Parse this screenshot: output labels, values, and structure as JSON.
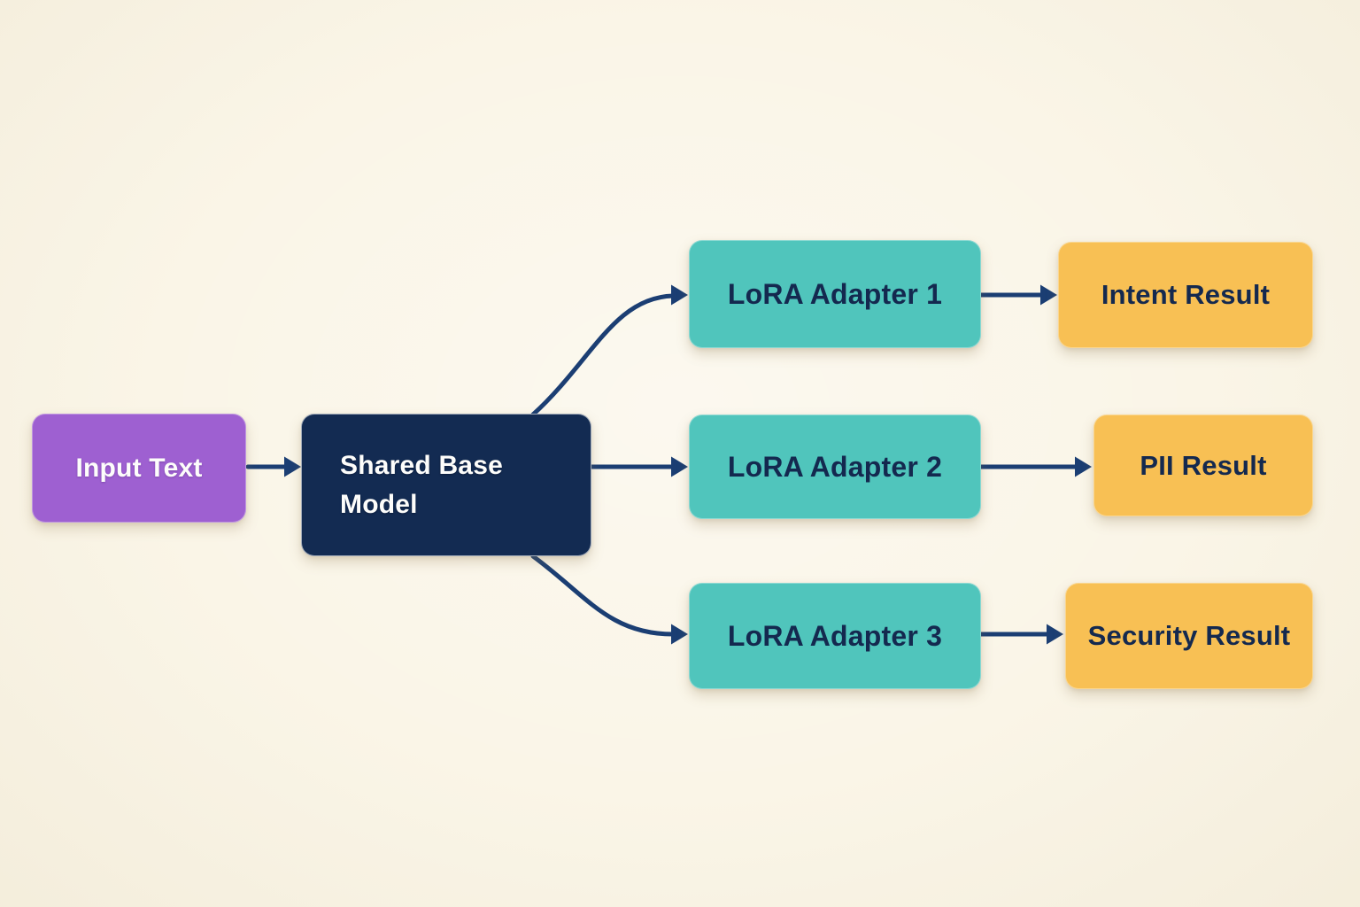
{
  "diagram": {
    "colors": {
      "background": "#FAF5E7",
      "arrow": "#1B3E73",
      "purple": "#9E60D1",
      "navy": "#132B52",
      "teal": "#50C5BC",
      "amber": "#F8C054",
      "light_text": "#FDFDFB",
      "dark_text": "#14294F"
    },
    "nodes": {
      "input": {
        "label": "Input Text",
        "fill": "#9E60D1",
        "text_color": "#FDFDFB"
      },
      "base": {
        "label": "Shared Base Model",
        "fill": "#132B52",
        "text_color": "#FDFDFB"
      },
      "adapter1": {
        "label": "LoRA Adapter 1",
        "fill": "#50C5BC",
        "text_color": "#14294F"
      },
      "adapter2": {
        "label": "LoRA Adapter 2",
        "fill": "#50C5BC",
        "text_color": "#14294F"
      },
      "adapter3": {
        "label": "LoRA Adapter 3",
        "fill": "#50C5BC",
        "text_color": "#14294F"
      },
      "result1": {
        "label": "Intent Result",
        "fill": "#F8C054",
        "text_color": "#14294F"
      },
      "result2": {
        "label": "PII Result",
        "fill": "#F8C054",
        "text_color": "#14294F"
      },
      "result3": {
        "label": "Security Result",
        "fill": "#F8C054",
        "text_color": "#14294F"
      }
    },
    "edges": [
      {
        "from": "input",
        "to": "base"
      },
      {
        "from": "base",
        "to": "adapter1"
      },
      {
        "from": "base",
        "to": "adapter2"
      },
      {
        "from": "base",
        "to": "adapter3"
      },
      {
        "from": "adapter1",
        "to": "result1"
      },
      {
        "from": "adapter2",
        "to": "result2"
      },
      {
        "from": "adapter3",
        "to": "result3"
      }
    ]
  }
}
